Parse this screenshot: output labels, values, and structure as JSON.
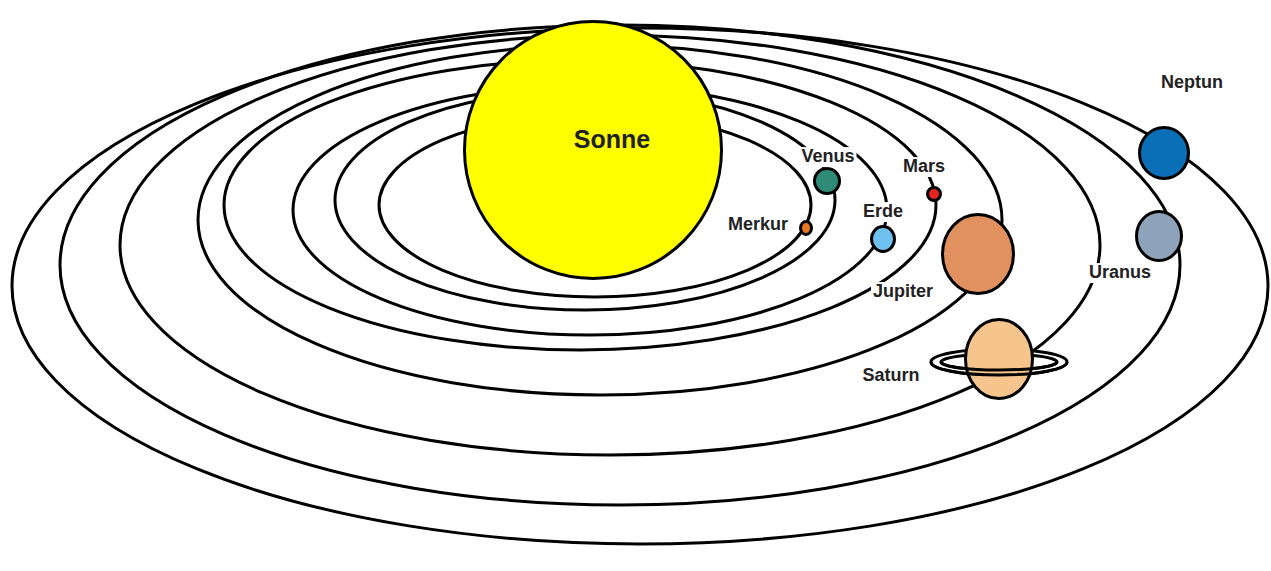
{
  "diagram": {
    "nodes": [
      {
        "text": [
          "Sonne"
        ]
      },
      {
        "text": [
          "Neptun"
        ]
      },
      {
        "text": [
          "Venus"
        ]
      },
      {
        "text": [
          "Mars"
        ]
      },
      {
        "text": [
          "Merkur"
        ]
      },
      {
        "text": [
          "Erde"
        ]
      },
      {
        "text": [
          "Jupiter"
        ]
      },
      {
        "text": [
          "Uranus"
        ]
      },
      {
        "text": [
          "Saturn"
        ]
      }
    ]
  }
}
